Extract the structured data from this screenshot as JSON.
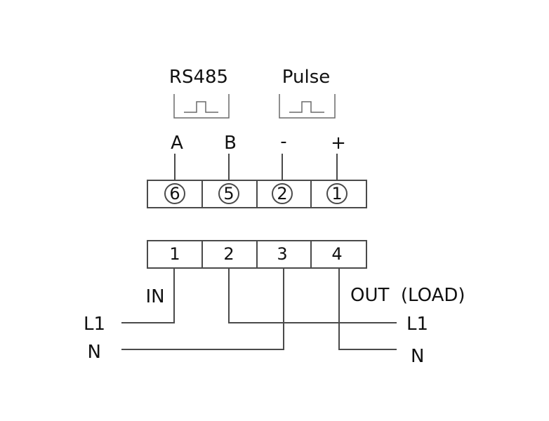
{
  "upper_group_labels": {
    "rs485": "RS485",
    "pulse": "Pulse"
  },
  "upper_pin_labels": [
    "A",
    "B",
    "-",
    "+"
  ],
  "upper_terminals": [
    "6",
    "5",
    "2",
    "1"
  ],
  "lower_terminals": [
    "1",
    "2",
    "3",
    "4"
  ],
  "input_side": {
    "title": "IN",
    "l1": "L1",
    "n": "N"
  },
  "output_side": {
    "title": "OUT  (LOAD)",
    "l1": "L1",
    "n": "N"
  },
  "colors": {
    "line": "#4a4a4a",
    "text": "#111111",
    "background": "#ffffff"
  }
}
